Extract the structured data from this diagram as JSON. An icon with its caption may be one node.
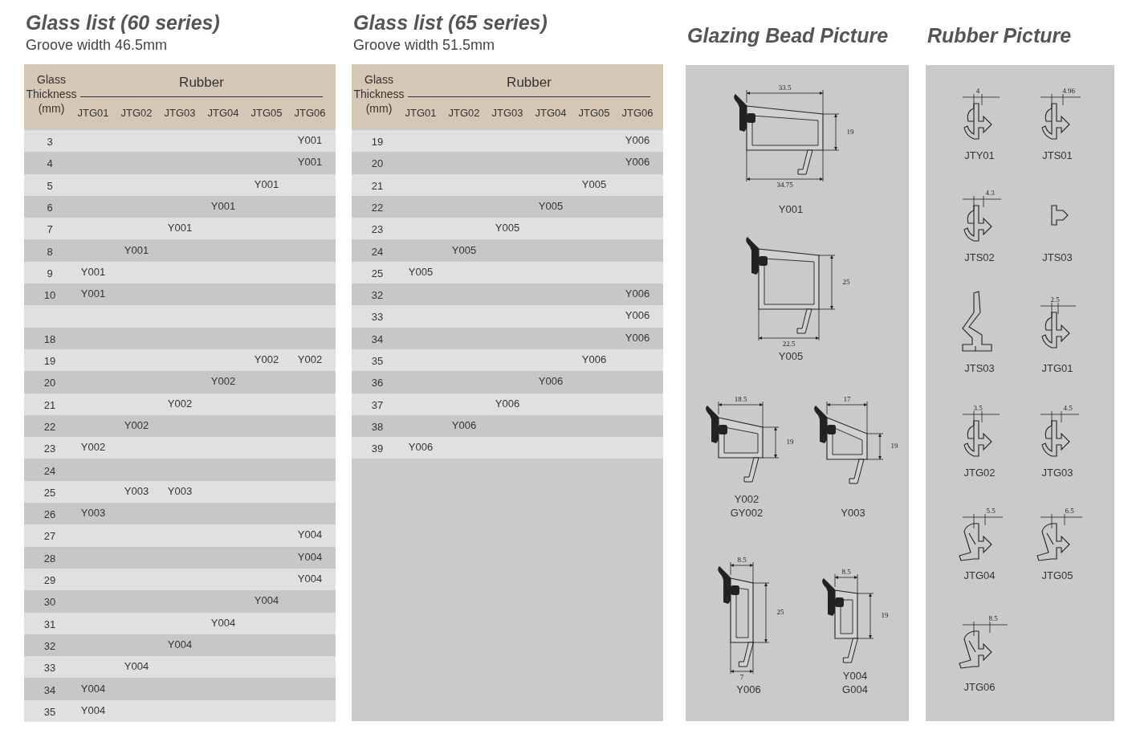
{
  "diagram": {
    "nodes": [
      {
        "text": [
          "Glass list (60 series)",
          "Groove width 46.5mm"
        ]
      },
      {
        "text": [
          "Glass list (65 series)",
          "Groove width 51.5mm"
        ]
      },
      {
        "text": [
          "Glazing Bead Picture"
        ]
      },
      {
        "text": [
          "Rubber Picture"
        ]
      },
      {
        "text": [
          "Y001"
        ],
        "in": 2
      },
      {
        "text": [
          "Y005"
        ],
        "in": 2
      },
      {
        "text": [
          "Y002",
          "GY002"
        ],
        "in": 2
      },
      {
        "text": [
          "Y003"
        ],
        "in": 2
      },
      {
        "text": [
          "Y006"
        ],
        "in": 2
      },
      {
        "text": [
          "Y004",
          "G004"
        ],
        "in": 2
      },
      {
        "text": [
          "JTY01"
        ],
        "in": 3
      },
      {
        "text": [
          "JTS01"
        ],
        "in": 3
      },
      {
        "text": [
          "JTS02"
        ],
        "in": 3
      },
      {
        "text": [
          "JTS03"
        ],
        "in": 3
      },
      {
        "text": [
          "JTS03"
        ],
        "in": 3
      },
      {
        "text": [
          "JTG01"
        ],
        "in": 3
      },
      {
        "text": [
          "JTG02"
        ],
        "in": 3
      },
      {
        "text": [
          "JTG03"
        ],
        "in": 3
      },
      {
        "text": [
          "JTG04"
        ],
        "in": 3
      },
      {
        "text": [
          "JTG05"
        ],
        "in": 3
      },
      {
        "text": [
          "JTG06"
        ],
        "in": 3
      }
    ],
    "labels": [
      "Glass Thickness (mm)",
      "Rubber",
      "JTG01",
      "JTG02",
      "JTG03",
      "JTG04",
      "JTG05",
      "JTG06",
      "3",
      "Y001",
      "4",
      "Y001",
      "5",
      "Y001",
      "6",
      "Y001",
      "7",
      "Y001",
      "8",
      "Y001",
      "9",
      "Y001",
      "10",
      "Y001",
      "18",
      "19",
      "Y002",
      "Y002",
      "20",
      "Y002",
      "21",
      "Y002",
      "22",
      "Y002",
      "23",
      "Y002",
      "24",
      "25",
      "Y003",
      "Y003",
      "26",
      "Y003",
      "27",
      "Y004",
      "28",
      "Y004",
      "29",
      "Y004",
      "30",
      "Y004",
      "31",
      "Y004",
      "32",
      "Y004",
      "33",
      "Y004",
      "34",
      "Y004",
      "35",
      "Y004",
      "Glass Thickness (mm)",
      "Rubber",
      "JTG01",
      "JTG02",
      "JTG03",
      "JTG04",
      "JTG05",
      "JTG06",
      "19",
      "Y006",
      "20",
      "Y006",
      "21",
      "Y005",
      "22",
      "Y005",
      "23",
      "Y005",
      "24",
      "Y005",
      "25",
      "Y005",
      "32",
      "Y006",
      "33",
      "Y006",
      "34",
      "Y006",
      "35",
      "Y006",
      "36",
      "Y006",
      "37",
      "Y006",
      "38",
      "Y006",
      "39",
      "Y006",
      "33.5",
      "19",
      "34.75",
      "25",
      "22.5",
      "18.5",
      "19",
      "17",
      "19",
      "8.5",
      "25",
      "7",
      "8.5",
      "19",
      "4",
      "4.96",
      "4.3",
      "2.5",
      "3.5",
      "4.5",
      "5.5",
      "6.5",
      "8.5"
    ]
  }
}
